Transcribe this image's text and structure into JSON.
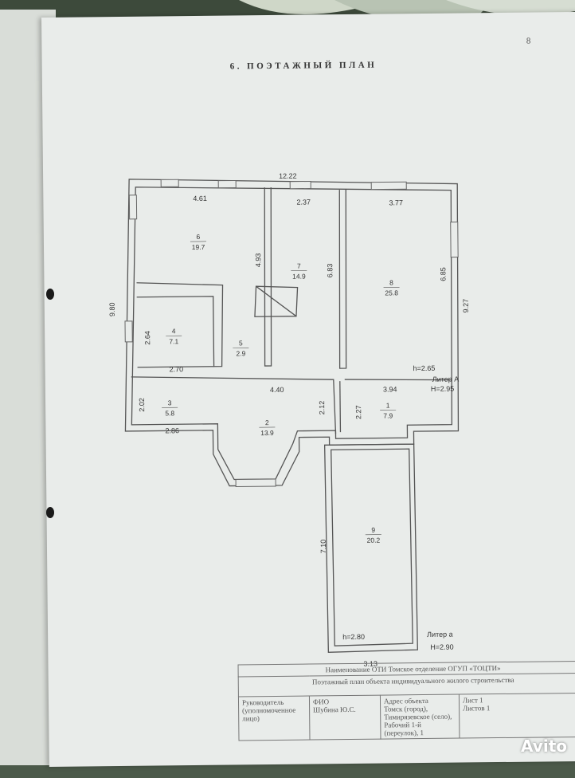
{
  "page_number": "8",
  "title": "6. ПОЭТАЖНЫЙ ПЛАН",
  "rooms": [
    {
      "id": "room-6",
      "number": "6",
      "area": "19.7"
    },
    {
      "id": "room-7",
      "number": "7",
      "area": "14.9"
    },
    {
      "id": "room-8",
      "number": "8",
      "area": "25.8"
    },
    {
      "id": "room-4",
      "number": "4",
      "area": "7.1"
    },
    {
      "id": "room-5",
      "number": "5",
      "area": "2.9"
    },
    {
      "id": "room-3",
      "number": "3",
      "area": "5.8"
    },
    {
      "id": "room-2",
      "number": "2",
      "area": "13.9"
    },
    {
      "id": "room-1",
      "number": "1",
      "area": "7.9"
    },
    {
      "id": "room-9",
      "number": "9",
      "area": "20.2"
    }
  ],
  "dimensions": {
    "total_width": "12.22",
    "left_height": "9.80",
    "right_height": "9.27",
    "room6_width": "4.61",
    "room6_height": "4.93",
    "room7_width": "2.37",
    "room7_height": "6.83",
    "room8_width": "3.77",
    "room8_height": "6.85",
    "room4_height": "2.64",
    "room4_width": "2.70",
    "room2_width": "4.40",
    "room2_height": "2.12",
    "room3_height": "2.02",
    "room3_width": "2.86",
    "room1_width": "3.94",
    "room1_height": "2.27",
    "room9_height": "7.10",
    "room9_width": "3.13"
  },
  "heights": {
    "main_room": "h=2.65",
    "annex_room": "h=2.80"
  },
  "liters": {
    "main": {
      "name": "Литер А",
      "height": "H=2.95"
    },
    "annex": {
      "name": "Литер а",
      "height": "H=2.90"
    }
  },
  "stamp": {
    "org": "Наименование ОТИ Томское отделение ОГУП «ТОЦТИ»",
    "plan_name": "Поэтажный план объекта индивидуального жилого строительства",
    "head_label": "Руководитель (уполномоченное лицо)",
    "fio_label": "ФИО",
    "fio_value": "Шубина Ю.С.",
    "address_label": "Адрес объекта",
    "address_value": "Томск (город), Тимирязевское (село), Рабочий 1-й (переулок), 1",
    "sheet": "Лист 1",
    "sheets": "Листов 1"
  },
  "watermark": "Avito"
}
